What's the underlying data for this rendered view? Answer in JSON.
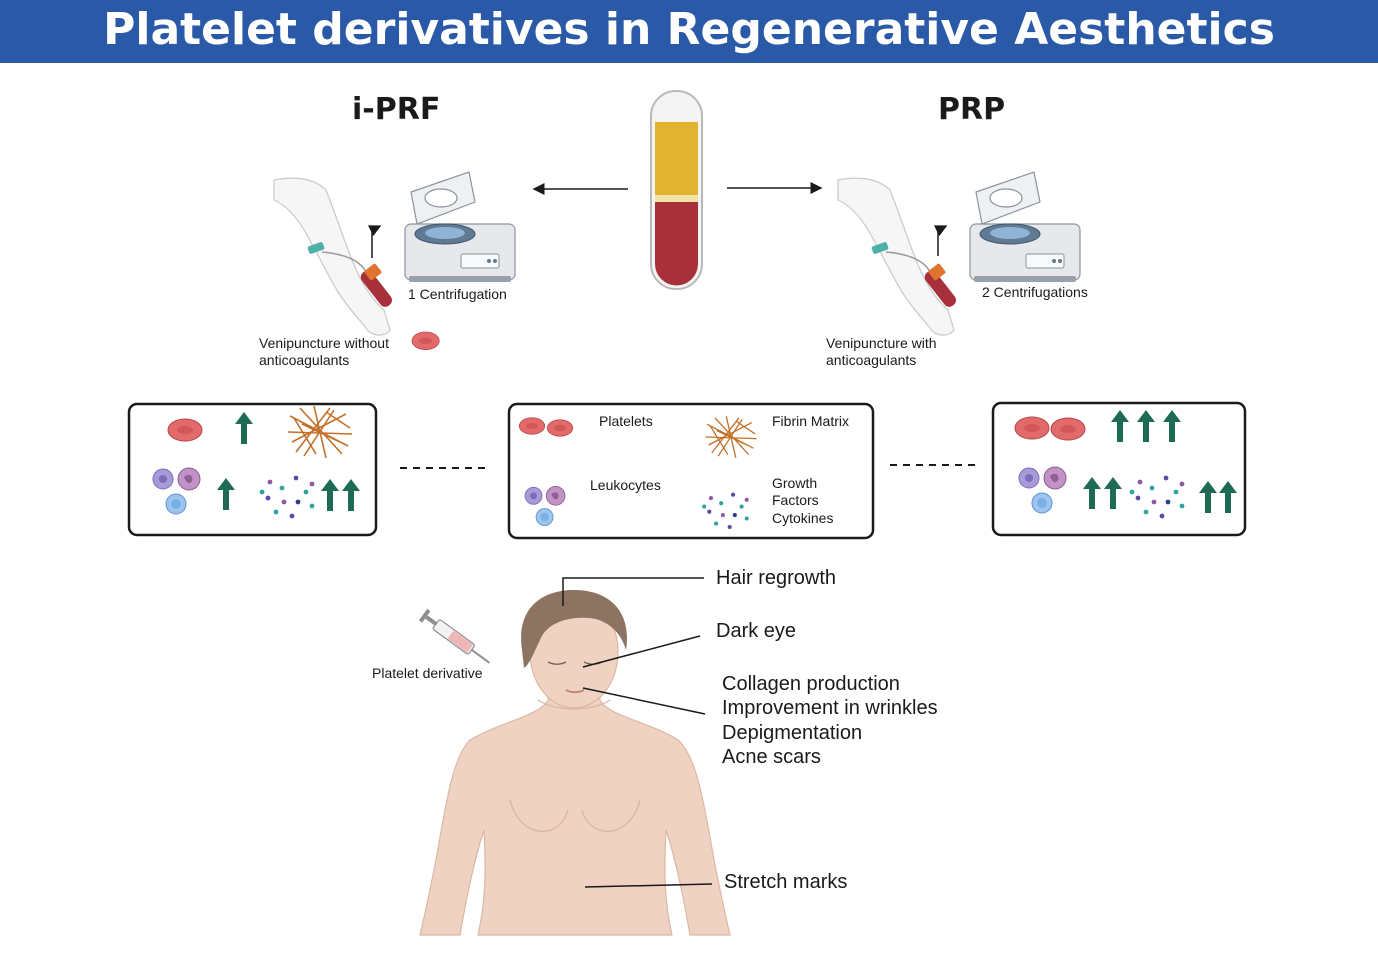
{
  "title": "Platelet derivatives in Regenerative Aesthetics",
  "methods": {
    "iprf": {
      "name": "i-PRF",
      "venipuncture_line1": "Venipuncture without",
      "venipuncture_line2": "anticoagulants",
      "centrifugation": "1 Centrifugation"
    },
    "prp": {
      "name": "PRP",
      "venipuncture_line1": "Venipuncture with",
      "venipuncture_line2": "anticoagulants",
      "centrifugation": "2 Centrifugations"
    }
  },
  "legend": {
    "platelets": "Platelets",
    "fibrin_matrix": "Fibrin Matrix",
    "leukocytes": "Leukocytes",
    "growth_line1": "Growth",
    "growth_line2": "Factors",
    "growth_line3": "Cytokines"
  },
  "injection_label": "Platelet derivative",
  "benefits": {
    "hair": "Hair regrowth",
    "eye": "Dark eye",
    "skin": [
      "Collagen production",
      "Improvement in wrinkles",
      "Depigmentation",
      "Acne scars"
    ],
    "stretch": "Stretch marks"
  },
  "colors": {
    "banner": "#2a5aa7",
    "arrow_up": "#1f6a55",
    "platelet": "#e36a6a",
    "fibrin": "#c4702a",
    "plasma": "#e2b32e",
    "blood": "#a8303a",
    "skin": "#f0d2c2",
    "hair": "#8c7362"
  }
}
